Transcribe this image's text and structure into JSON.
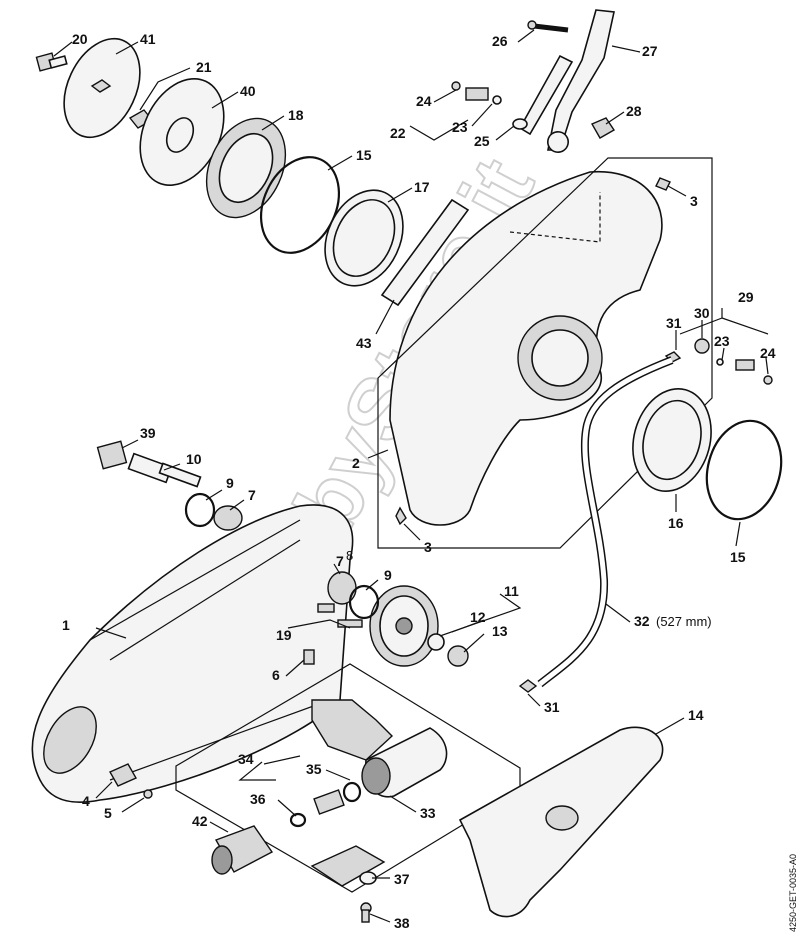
{
  "watermark": "HobbyStore.it",
  "document_code": "4250-GET-0035-A0",
  "hose_length": "(527 mm)",
  "callouts": [
    {
      "id": "c20",
      "text": "20"
    },
    {
      "id": "c41",
      "text": "41"
    },
    {
      "id": "c21",
      "text": "21"
    },
    {
      "id": "c40",
      "text": "40"
    },
    {
      "id": "c18",
      "text": "18"
    },
    {
      "id": "c15a",
      "text": "15"
    },
    {
      "id": "c17",
      "text": "17"
    },
    {
      "id": "c43",
      "text": "43"
    },
    {
      "id": "c26",
      "text": "26"
    },
    {
      "id": "c27",
      "text": "27"
    },
    {
      "id": "c24a",
      "text": "24"
    },
    {
      "id": "c22a",
      "text": "22"
    },
    {
      "id": "c23a",
      "text": "23"
    },
    {
      "id": "c25",
      "text": "25"
    },
    {
      "id": "c28",
      "text": "28"
    },
    {
      "id": "c3a",
      "text": "3"
    },
    {
      "id": "c29",
      "text": "29"
    },
    {
      "id": "c31a",
      "text": "31"
    },
    {
      "id": "c30",
      "text": "30"
    },
    {
      "id": "c23b",
      "text": "23"
    },
    {
      "id": "c24b",
      "text": "24"
    },
    {
      "id": "c2",
      "text": "2"
    },
    {
      "id": "c3b",
      "text": "3"
    },
    {
      "id": "c16",
      "text": "16"
    },
    {
      "id": "c15b",
      "text": "15"
    },
    {
      "id": "c39",
      "text": "39"
    },
    {
      "id": "c10",
      "text": "10"
    },
    {
      "id": "c9a",
      "text": "9"
    },
    {
      "id": "c7a",
      "text": "7"
    },
    {
      "id": "c8",
      "text": "8"
    },
    {
      "id": "c7b",
      "text": "7"
    },
    {
      "id": "c9b",
      "text": "9"
    },
    {
      "id": "c11",
      "text": "11"
    },
    {
      "id": "c12",
      "text": "12"
    },
    {
      "id": "c13",
      "text": "13"
    },
    {
      "id": "c19",
      "text": "19"
    },
    {
      "id": "c1",
      "text": "1"
    },
    {
      "id": "c6",
      "text": "6"
    },
    {
      "id": "c32",
      "text": "32"
    },
    {
      "id": "c31b",
      "text": "31"
    },
    {
      "id": "c14",
      "text": "14"
    },
    {
      "id": "c34",
      "text": "34"
    },
    {
      "id": "c35",
      "text": "35"
    },
    {
      "id": "c36",
      "text": "36"
    },
    {
      "id": "c33",
      "text": "33"
    },
    {
      "id": "c4",
      "text": "4"
    },
    {
      "id": "c5",
      "text": "5"
    },
    {
      "id": "c42",
      "text": "42"
    },
    {
      "id": "c37",
      "text": "37"
    },
    {
      "id": "c38",
      "text": "38"
    }
  ]
}
